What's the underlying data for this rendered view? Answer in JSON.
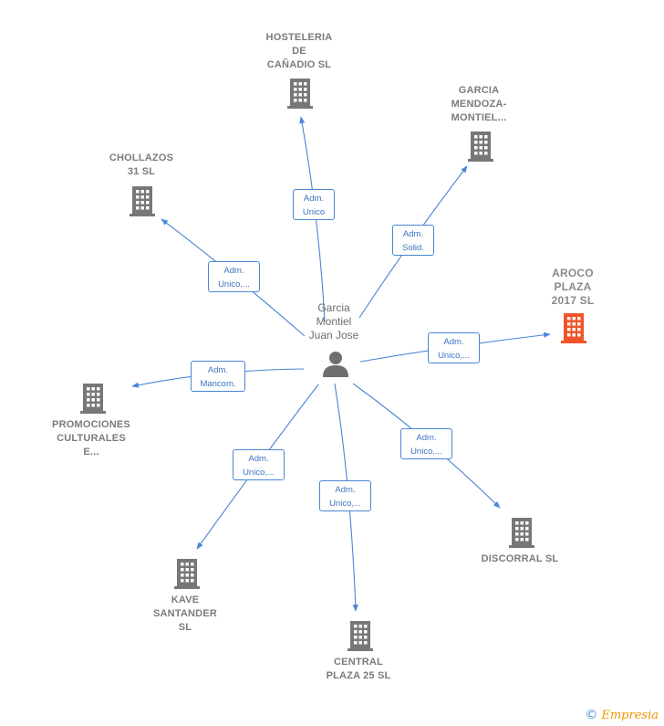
{
  "center": {
    "lines": [
      "Garcia",
      "Montiel",
      "Juan Jose"
    ]
  },
  "nodes": [
    {
      "id": "hosteleria",
      "lines": [
        "HOSTELERIA",
        "DE",
        "CAÑADIO SL"
      ],
      "color": "#777777"
    },
    {
      "id": "garcia-mendoza",
      "lines": [
        "GARCIA",
        "MENDOZA-",
        "MONTIEL..."
      ],
      "color": "#777777"
    },
    {
      "id": "chollazos",
      "lines": [
        "CHOLLAZOS",
        "31  SL"
      ],
      "color": "#777777"
    },
    {
      "id": "aroco",
      "lines": [
        "AROCO",
        "PLAZA",
        "2017  SL"
      ],
      "color": "#f0552a"
    },
    {
      "id": "promociones",
      "lines": [
        "PROMOCIONES",
        "CULTURALES",
        "E..."
      ],
      "color": "#777777"
    },
    {
      "id": "discorral",
      "lines": [
        "DISCORRAL SL"
      ],
      "color": "#777777"
    },
    {
      "id": "kave",
      "lines": [
        "KAVE",
        "SANTANDER",
        "SL"
      ],
      "color": "#777777"
    },
    {
      "id": "central",
      "lines": [
        "CENTRAL",
        "PLAZA 25  SL"
      ],
      "color": "#777777"
    }
  ],
  "edges": [
    {
      "to": "hosteleria",
      "lines": [
        "Adm.",
        "Unico"
      ]
    },
    {
      "to": "garcia-mendoza",
      "lines": [
        "Adm.",
        "Solid."
      ]
    },
    {
      "to": "chollazos",
      "lines": [
        "Adm.",
        "Unico,..."
      ]
    },
    {
      "to": "aroco",
      "lines": [
        "Adm.",
        "Unico,..."
      ]
    },
    {
      "to": "promociones",
      "lines": [
        "Adm.",
        "Mancom."
      ]
    },
    {
      "to": "discorral",
      "lines": [
        "Adm.",
        "Unico,..."
      ]
    },
    {
      "to": "kave",
      "lines": [
        "Adm.",
        "Unico,..."
      ]
    },
    {
      "to": "central",
      "lines": [
        "Adm.",
        "Unico,..."
      ]
    }
  ],
  "colors": {
    "edge": "#4a86d4",
    "building": "#777777",
    "highlight": "#f0552a"
  },
  "brand": {
    "copyright": "©",
    "name": "Empresia"
  }
}
